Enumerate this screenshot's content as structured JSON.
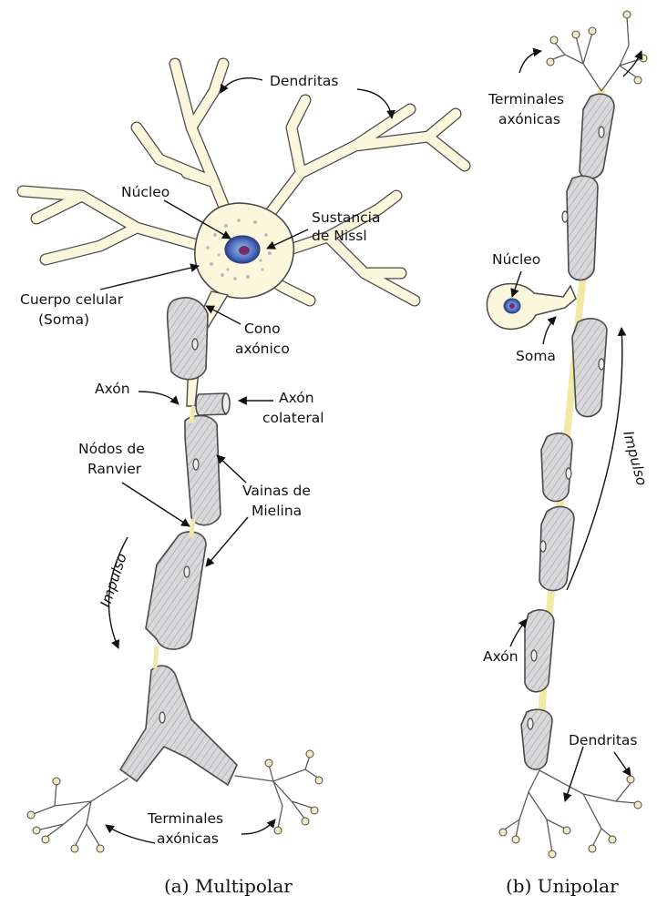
{
  "multipolar": {
    "dendritas": "Dendritas",
    "nucleo": "Núcleo",
    "nissl_1": "Sustancia",
    "nissl_2": "de Nissl",
    "cuerpo_1": "Cuerpo celular",
    "cuerpo_2": "(Soma)",
    "cono_1": "Cono",
    "cono_2": "axónico",
    "axon": "Axón",
    "colateral_1": "Axón",
    "colateral_2": "colateral",
    "nodos_1": "Nódos de",
    "nodos_2": "Ranvier",
    "vainas_1": "Vainas de",
    "vainas_2": "Mielina",
    "impulso": "Impulso",
    "terminales_1": "Terminales",
    "terminales_2": "axónicas",
    "caption": "(a) Multipolar"
  },
  "unipolar": {
    "terminales_1": "Terminales",
    "terminales_2": "axónicas",
    "nucleo": "Núcleo",
    "soma": "Soma",
    "impulso": "Impulso",
    "axon": "Axón",
    "dendritas": "Dendritas",
    "caption": "(b) Unipolar"
  },
  "colors": {
    "cytoplasm": "#fbf7dc",
    "outline": "#4a4a4a",
    "myelin": "#d7d7d9",
    "nucleus": "#4d6fc0",
    "nucleolus": "#7a2a6a"
  }
}
